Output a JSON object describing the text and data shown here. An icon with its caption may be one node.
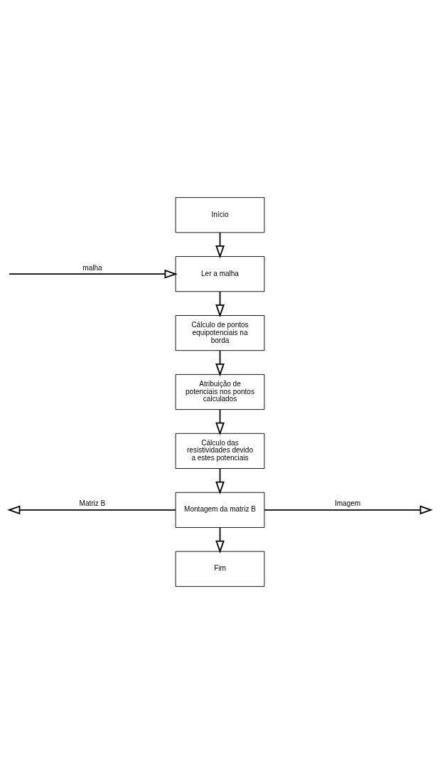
{
  "diagram": {
    "nodes": [
      {
        "text": [
          "Início"
        ]
      },
      {
        "text": [
          "Ler a malha"
        ]
      },
      {
        "text": [
          "Cálculo de pontos equipotenciais na borda"
        ]
      },
      {
        "text": [
          "Atribuição de potenciais nos pontos calculados"
        ]
      },
      {
        "text": [
          "Cálculo das resistividades devido a estes potenciais"
        ]
      },
      {
        "text": [
          "Montagem da matriz B"
        ]
      },
      {
        "text": [
          "Fim"
        ]
      }
    ],
    "edges": [
      {
        "from": 0,
        "to": 1,
        "arrow": "to"
      },
      {
        "from": null,
        "to": 1,
        "arrow": "to",
        "label": "malha"
      },
      {
        "from": 1,
        "to": 2,
        "arrow": "to"
      },
      {
        "from": 2,
        "to": 3,
        "arrow": "to"
      },
      {
        "from": 3,
        "to": 4,
        "arrow": "to"
      },
      {
        "from": 4,
        "to": 5,
        "arrow": "to"
      },
      {
        "from": 5,
        "to": null,
        "arrow": "to",
        "label": "Matriz B"
      },
      {
        "from": 5,
        "to": null,
        "arrow": "to",
        "label": "Imagem"
      },
      {
        "from": 5,
        "to": 6,
        "arrow": "to"
      }
    ]
  }
}
